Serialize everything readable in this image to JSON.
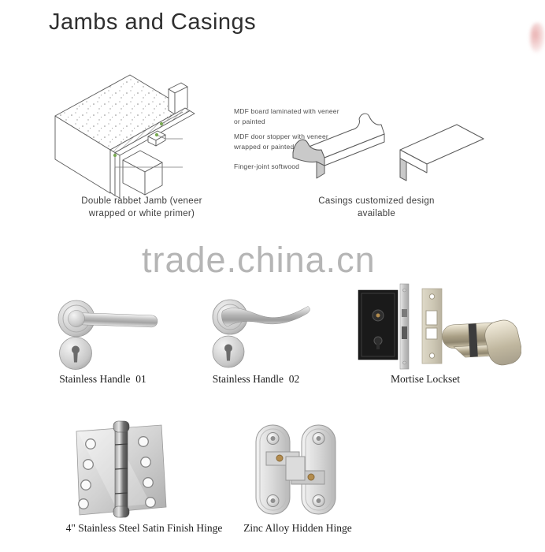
{
  "page": {
    "title": "Jambs and Casings",
    "watermark": "trade.china.cn"
  },
  "jamb_diagram": {
    "labels": [
      "MDF board laminated with veneer or painted",
      "MDF door stopper with veneer wrapped or painted",
      "Finger-joint softwood"
    ],
    "caption": "Double rabbet Jamb (veneer wrapped or white primer)"
  },
  "casings_diagram": {
    "caption": "Casings customized design available"
  },
  "products": {
    "handle_01": "Stainless Handle  01",
    "handle_02": "Stainless Handle  02",
    "mortise_lockset": "Mortise Lockset",
    "hinge_4inch": "4\" Stainless Steel Satin Finish Hinge",
    "hidden_hinge": "Zinc Alloy Hidden Hinge"
  },
  "colors": {
    "watermark_gray": "#b5b5b5",
    "leader_dot_green": "#79a952",
    "steel_light": "#ececec",
    "steel_dark": "#9b9b9b",
    "lock_body_black": "#1a1a1a",
    "brass": "#b38c4e",
    "brand_mark_red": "#d66e6e"
  }
}
